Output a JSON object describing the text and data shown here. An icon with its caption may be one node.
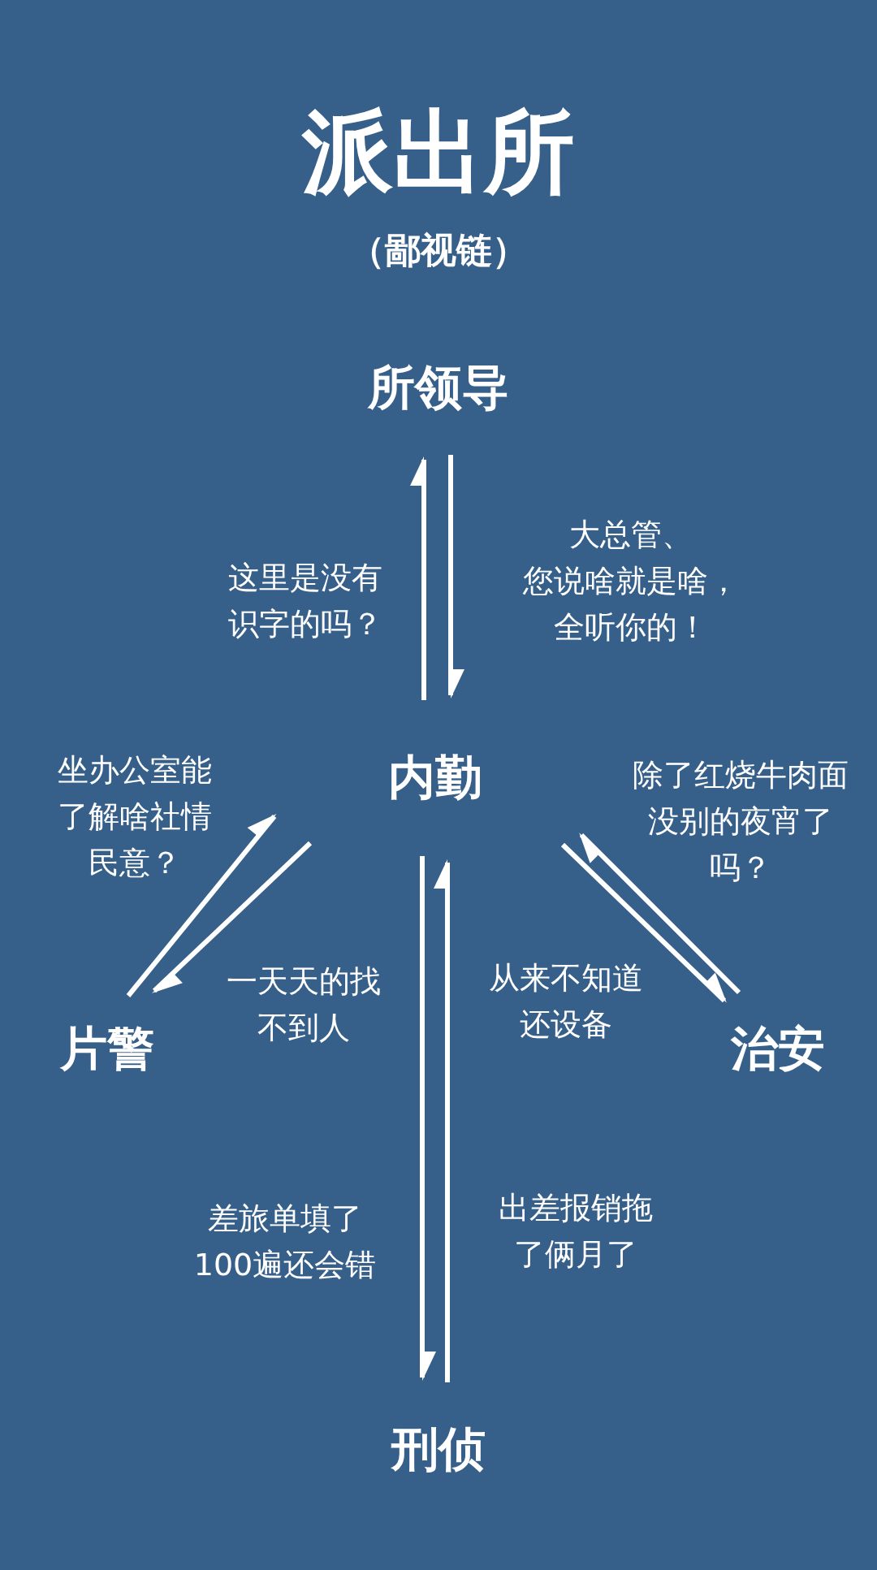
{
  "diagram": {
    "title": "派出所",
    "caption": "（鄙视链）",
    "nodes": [
      {
        "text": [
          "所领导"
        ]
      },
      {
        "text": [
          "内勤"
        ]
      },
      {
        "text": [
          "片警"
        ]
      },
      {
        "text": [
          "治安"
        ]
      },
      {
        "text": [
          "刑侦"
        ]
      }
    ],
    "edges": [
      {
        "from": 1,
        "to": 0,
        "arrow": "to",
        "label": "这里是没有识字的吗？"
      },
      {
        "from": 0,
        "to": 1,
        "arrow": "to",
        "label": "大总管、您说啥就是啥，全听你的！"
      },
      {
        "from": 2,
        "to": 1,
        "arrow": "to",
        "label": "坐办公室能了解啥社情民意？"
      },
      {
        "from": 1,
        "to": 2,
        "arrow": "to",
        "label": "一天天的找不到人"
      },
      {
        "from": 3,
        "to": 1,
        "arrow": "to",
        "label": "除了红烧牛肉面没别的夜宵了吗？"
      },
      {
        "from": 1,
        "to": 3,
        "arrow": "to",
        "label": "从来不知道还设备"
      },
      {
        "from": 1,
        "to": 4,
        "arrow": "to",
        "label": "差旅单填了100遍还会错"
      },
      {
        "from": 4,
        "to": 1,
        "arrow": "to",
        "label": "出差报销拖了俩月了"
      }
    ]
  }
}
